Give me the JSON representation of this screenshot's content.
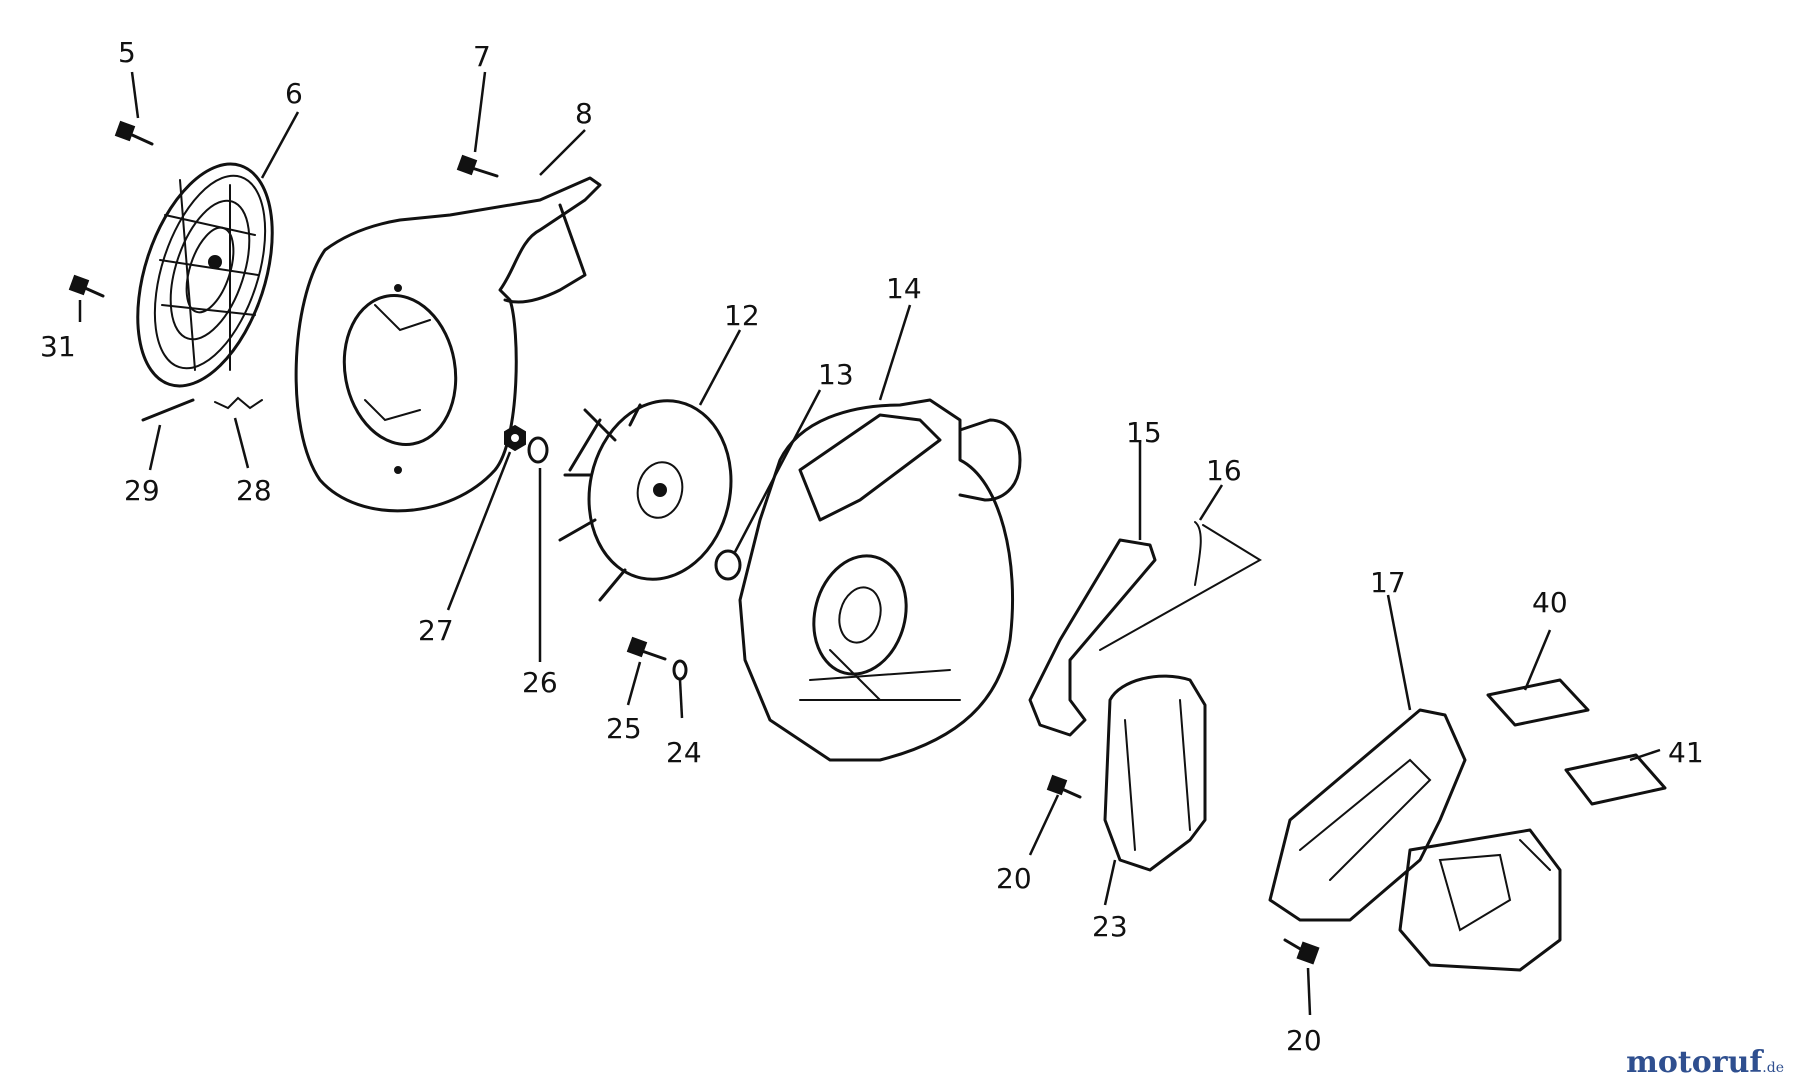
{
  "diagram": {
    "part_labels": [
      "5",
      "6",
      "7",
      "8",
      "31",
      "29",
      "28",
      "27",
      "26",
      "12",
      "13",
      "14",
      "15",
      "16",
      "17",
      "40",
      "41",
      "24",
      "25",
      "20",
      "23",
      "20"
    ]
  },
  "watermark": {
    "name": "motoruf",
    "suffix": ".de",
    "colors": {
      "primary": "#2f4f8f",
      "accent": "#c0392b"
    }
  }
}
